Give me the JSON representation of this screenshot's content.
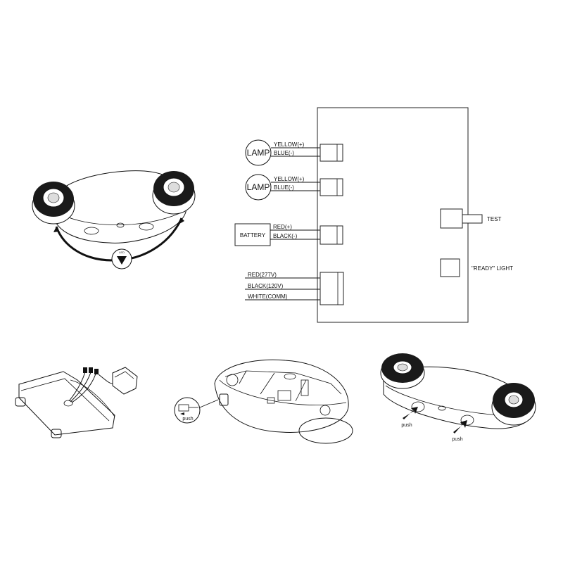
{
  "wiring": {
    "lamp1": {
      "label": "LAMP",
      "wire_pos": "YELLOW(+)",
      "wire_neg": "BLUE(-)"
    },
    "lamp2": {
      "label": "LAMP",
      "wire_pos": "YELLOW(+)",
      "wire_neg": "BLUE(-)"
    },
    "battery": {
      "label": "BATTERY",
      "wire_pos": "RED(+)",
      "wire_neg": "BLACK(-)"
    },
    "power": {
      "wires": [
        "RED(277V)",
        "BLACK(120V)",
        "WHITE(COMM)"
      ]
    },
    "test_label": "TEST",
    "ready_light_label": "\"READY\" LIGHT"
  },
  "illustrations": {
    "fixture_top_badge": "LED",
    "connector_push_label": "push",
    "knockout_push_labels": [
      "push",
      "push"
    ]
  },
  "colors": {
    "line": "#111111",
    "fill": "#ffffff",
    "lamp_ring": "#1a1a1a"
  }
}
